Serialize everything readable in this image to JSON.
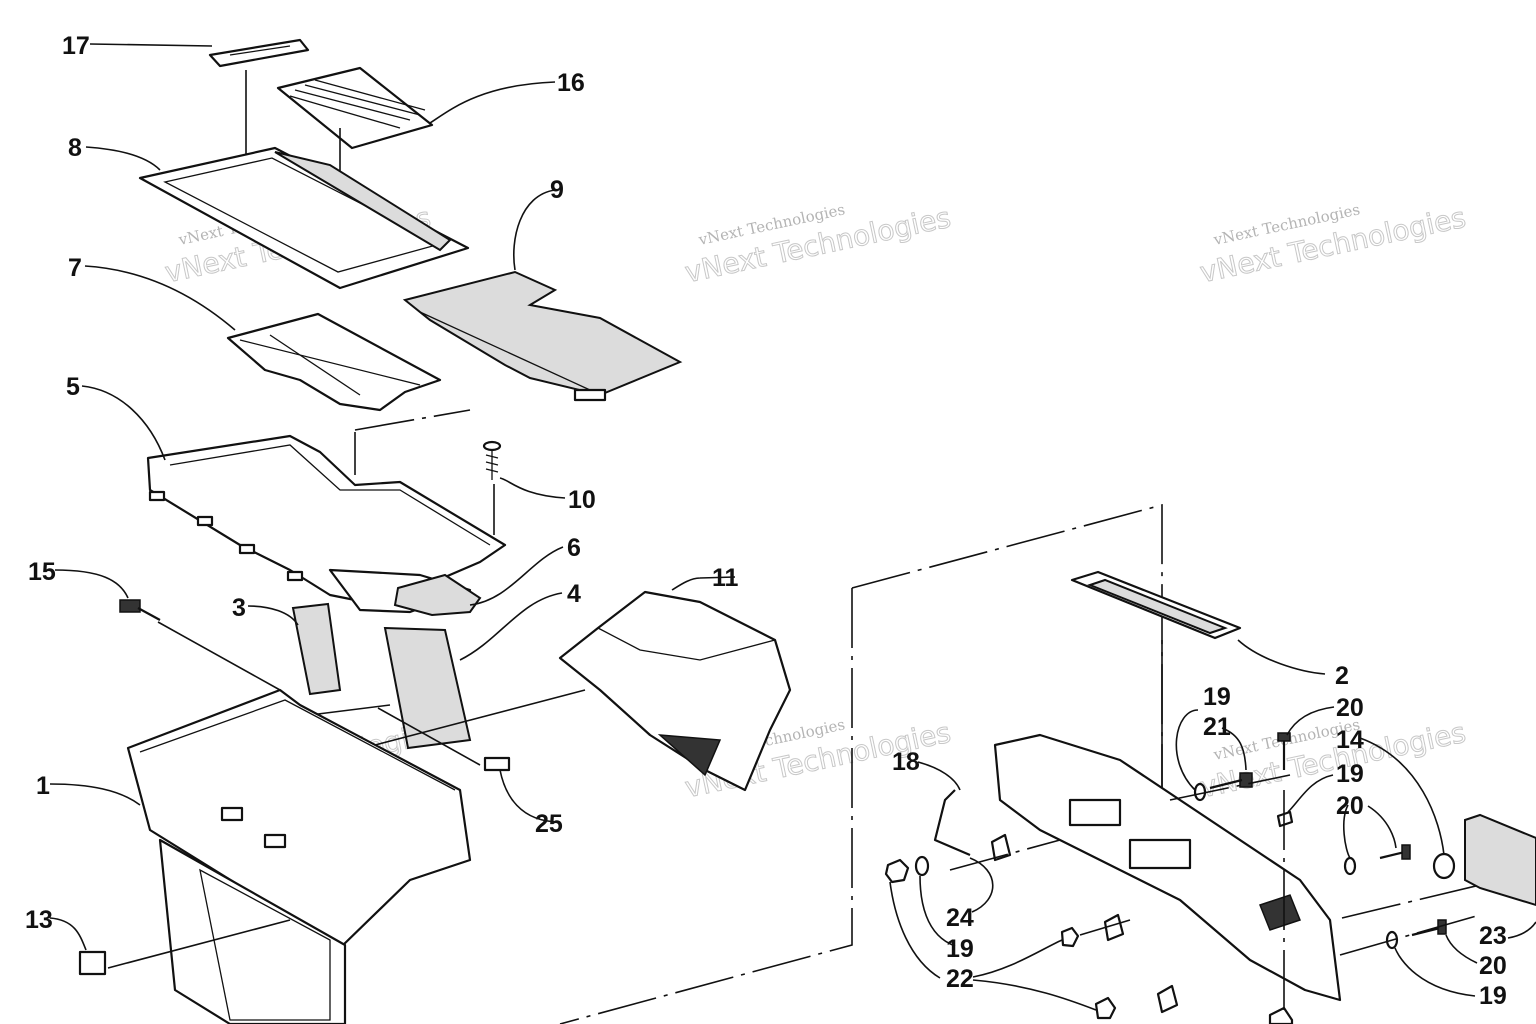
{
  "callouts": [
    {
      "id": "c17",
      "label": "17"
    },
    {
      "id": "c16",
      "label": "16"
    },
    {
      "id": "c8",
      "label": "8"
    },
    {
      "id": "c9",
      "label": "9"
    },
    {
      "id": "c7",
      "label": "7"
    },
    {
      "id": "c5",
      "label": "5"
    },
    {
      "id": "c10",
      "label": "10"
    },
    {
      "id": "c6",
      "label": "6"
    },
    {
      "id": "c15",
      "label": "15"
    },
    {
      "id": "c3",
      "label": "3"
    },
    {
      "id": "c4",
      "label": "4"
    },
    {
      "id": "c11",
      "label": "11"
    },
    {
      "id": "c1",
      "label": "1"
    },
    {
      "id": "c25",
      "label": "25"
    },
    {
      "id": "c13",
      "label": "13"
    },
    {
      "id": "c2",
      "label": "2"
    },
    {
      "id": "c19a",
      "label": "19"
    },
    {
      "id": "c20a",
      "label": "20"
    },
    {
      "id": "c21",
      "label": "21"
    },
    {
      "id": "c14",
      "label": "14"
    },
    {
      "id": "c19b",
      "label": "19"
    },
    {
      "id": "c18",
      "label": "18"
    },
    {
      "id": "c20b",
      "label": "20"
    },
    {
      "id": "c24",
      "label": "24"
    },
    {
      "id": "c19c",
      "label": "19"
    },
    {
      "id": "c22",
      "label": "22"
    },
    {
      "id": "c23",
      "label": "23"
    },
    {
      "id": "c20c",
      "label": "20"
    },
    {
      "id": "c19d",
      "label": "19"
    }
  ],
  "watermark": {
    "line1": "vNext Technologies",
    "line2": "vNext Technologies"
  }
}
